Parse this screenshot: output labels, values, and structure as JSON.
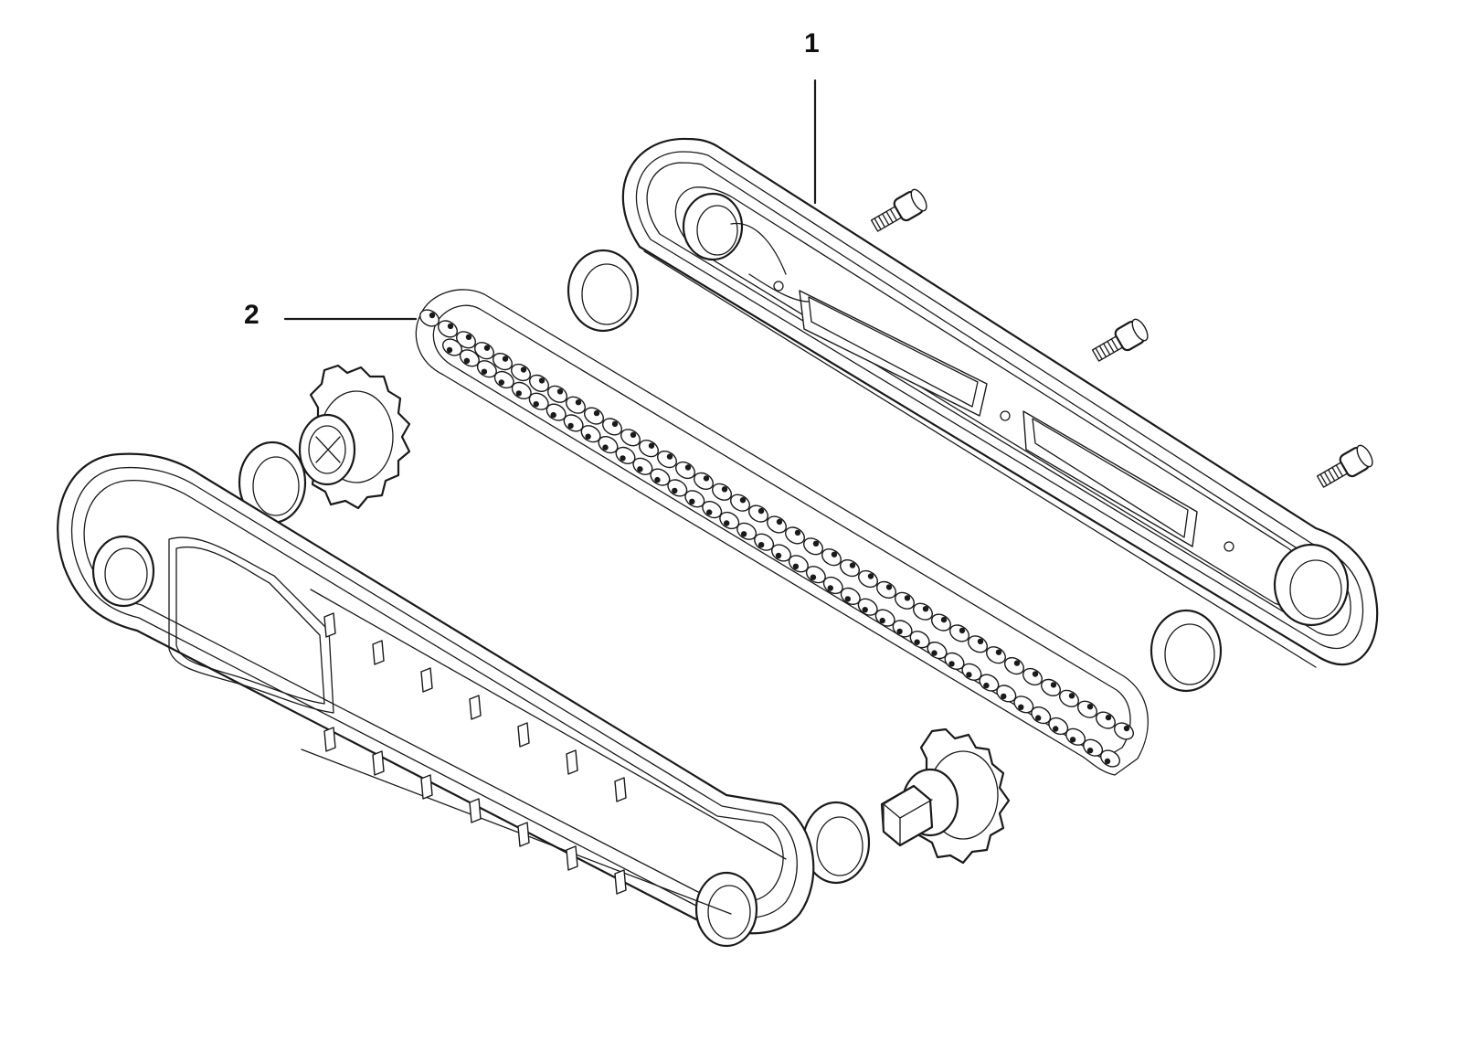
{
  "diagram": {
    "callouts": [
      {
        "id": "1",
        "label": "1",
        "part": "cover"
      },
      {
        "id": "2",
        "label": "2",
        "part": "chain"
      }
    ]
  },
  "colors": {
    "line": "#1a1a1a",
    "background": "#ffffff"
  }
}
